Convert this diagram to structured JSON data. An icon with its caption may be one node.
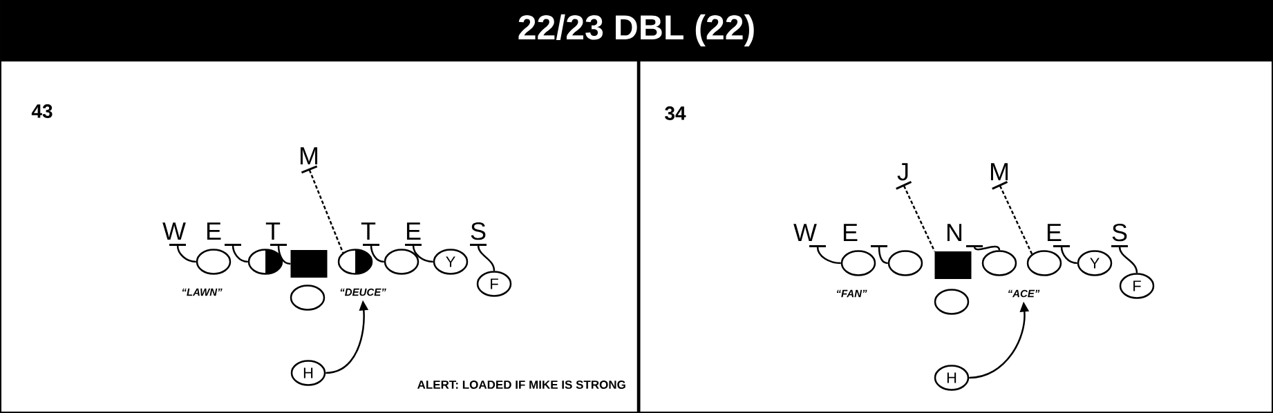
{
  "diagram": {
    "title": "22/23 DBL (22)",
    "nodes": [
      {
        "text": [
          "M"
        ]
      },
      {
        "text": [
          "W"
        ]
      },
      {
        "text": [
          "E"
        ]
      },
      {
        "text": [
          "T"
        ]
      },
      {
        "text": [
          "T"
        ]
      },
      {
        "text": [
          "E"
        ]
      },
      {
        "text": [
          "S"
        ]
      },
      {
        "text": [],
        "shape": "circle"
      },
      {
        "text": [],
        "shape": "circle"
      },
      {
        "text": [],
        "shape": "box"
      },
      {
        "text": [],
        "shape": "circle"
      },
      {
        "text": [],
        "shape": "circle"
      },
      {
        "text": [
          "Y"
        ]
      },
      {
        "text": [
          "F"
        ]
      },
      {
        "text": [],
        "shape": "circle"
      },
      {
        "text": [
          "H"
        ]
      },
      {
        "text": [
          "J"
        ]
      },
      {
        "text": [
          "M"
        ]
      },
      {
        "text": [
          "W"
        ]
      },
      {
        "text": [
          "E"
        ]
      },
      {
        "text": [
          "N"
        ]
      },
      {
        "text": [
          "E"
        ]
      },
      {
        "text": [
          "S"
        ]
      },
      {
        "text": [],
        "shape": "circle"
      },
      {
        "text": [],
        "shape": "circle"
      },
      {
        "text": [],
        "shape": "box"
      },
      {
        "text": [],
        "shape": "circle"
      },
      {
        "text": [],
        "shape": "circle"
      },
      {
        "text": [
          "Y"
        ]
      },
      {
        "text": [
          "F"
        ]
      },
      {
        "text": [],
        "shape": "circle"
      },
      {
        "text": [
          "H"
        ]
      },
      {
        "text": [
          "“DEUCE”"
        ]
      },
      {
        "text": [
          "“ACE”"
        ]
      }
    ],
    "edges": [
      {
        "from": 0,
        "to": 10,
        "arrow": "other",
        "style": "dashed"
      },
      {
        "from": 1,
        "to": 7,
        "arrow": "other"
      },
      {
        "from": 2,
        "to": 8,
        "arrow": "other"
      },
      {
        "from": 3,
        "to": 9,
        "arrow": "other"
      },
      {
        "from": 4,
        "to": 11,
        "arrow": "other"
      },
      {
        "from": 5,
        "to": 12,
        "arrow": "other"
      },
      {
        "from": 6,
        "to": 13,
        "arrow": "other"
      },
      {
        "from": 15,
        "to": 32,
        "arrow": "to"
      },
      {
        "from": 16,
        "to": 25,
        "arrow": "other",
        "style": "dashed"
      },
      {
        "from": 17,
        "to": 27,
        "arrow": "other",
        "style": "dashed"
      },
      {
        "from": 18,
        "to": 23,
        "arrow": "other"
      },
      {
        "from": 19,
        "to": 24,
        "arrow": "other"
      },
      {
        "from": 20,
        "to": 26,
        "arrow": "other"
      },
      {
        "from": 21,
        "to": 28,
        "arrow": "other"
      },
      {
        "from": 22,
        "to": 29,
        "arrow": "other"
      },
      {
        "from": 31,
        "to": 33,
        "arrow": "to"
      }
    ],
    "labels": [
      "43",
      "“LAWN”",
      "ALERT: LOADED IF MIKE IS STRONG",
      "34",
      "“FAN”"
    ]
  }
}
